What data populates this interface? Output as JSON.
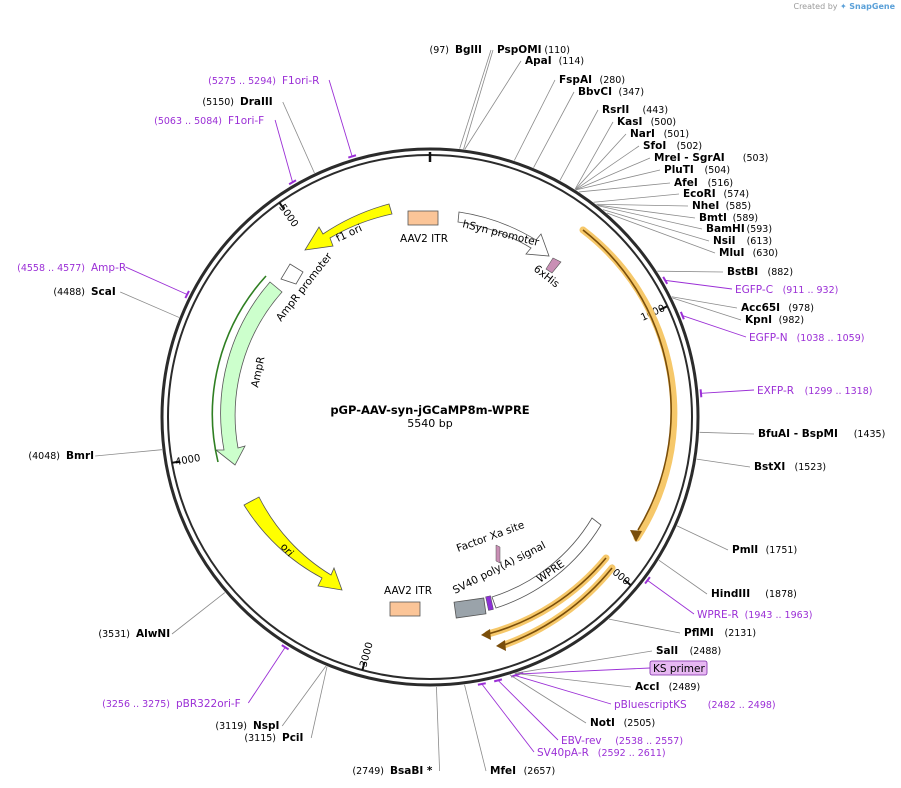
{
  "credit": {
    "created_by": "Created by",
    "brand": "SnapGene"
  },
  "map": {
    "name": "pGP-AAV-syn-jGCaMP8m-WPRE",
    "length_label": "5540 bp",
    "length": 5540
  },
  "ticks": [
    {
      "pos": 1000,
      "label": "1000"
    },
    {
      "pos": 2000,
      "label": "2000"
    },
    {
      "pos": 3000,
      "label": "3000"
    },
    {
      "pos": 4000,
      "label": "4000"
    },
    {
      "pos": 5000,
      "label": "5000"
    }
  ],
  "sites": [
    {
      "name": "BglII",
      "pos_label": "(97)",
      "pos": 97
    },
    {
      "name": "PspOMI",
      "pos_label": "(110)",
      "pos": 110
    },
    {
      "name": "ApaI",
      "pos_label": "(114)",
      "pos": 114
    },
    {
      "name": "FspAI",
      "pos_label": "(280)",
      "pos": 280
    },
    {
      "name": "BbvCI",
      "pos_label": "(347)",
      "pos": 347
    },
    {
      "name": "RsrII",
      "pos_label": "(443)",
      "pos": 443
    },
    {
      "name": "KasI",
      "pos_label": "(500)",
      "pos": 500
    },
    {
      "name": "NarI",
      "pos_label": "(501)",
      "pos": 501
    },
    {
      "name": "SfoI",
      "pos_label": "(502)",
      "pos": 502
    },
    {
      "name": "MreI - SgrAI",
      "pos_label": "(503)",
      "pos": 503
    },
    {
      "name": "PluTI",
      "pos_label": "(504)",
      "pos": 504
    },
    {
      "name": "AfeI",
      "pos_label": "(516)",
      "pos": 516
    },
    {
      "name": "EcoRI",
      "pos_label": "(574)",
      "pos": 574
    },
    {
      "name": "NheI",
      "pos_label": "(585)",
      "pos": 585
    },
    {
      "name": "BmtI",
      "pos_label": "(589)",
      "pos": 589
    },
    {
      "name": "BamHI",
      "pos_label": "(593)",
      "pos": 593
    },
    {
      "name": "NsiI",
      "pos_label": "(613)",
      "pos": 613
    },
    {
      "name": "MluI",
      "pos_label": "(630)",
      "pos": 630
    },
    {
      "name": "BstBI",
      "pos_label": "(882)",
      "pos": 882
    },
    {
      "name": "Acc65I",
      "pos_label": "(978)",
      "pos": 978
    },
    {
      "name": "KpnI",
      "pos_label": "(982)",
      "pos": 982
    },
    {
      "name": "BfuAI - BspMI",
      "pos_label": "(1435)",
      "pos": 1435
    },
    {
      "name": "BstXI",
      "pos_label": "(1523)",
      "pos": 1523
    },
    {
      "name": "PmlI",
      "pos_label": "(1751)",
      "pos": 1751
    },
    {
      "name": "HindIII",
      "pos_label": "(1878)",
      "pos": 1878
    },
    {
      "name": "PflMI",
      "pos_label": "(2131)",
      "pos": 2131
    },
    {
      "name": "SalI",
      "pos_label": "(2488)",
      "pos": 2488
    },
    {
      "name": "AccI",
      "pos_label": "(2489)",
      "pos": 2489
    },
    {
      "name": "NotI",
      "pos_label": "(2505)",
      "pos": 2505
    },
    {
      "name": "MfeI",
      "pos_label": "(2657)",
      "pos": 2657
    },
    {
      "name": "BsaBI *",
      "pos_label": "(2749)",
      "pos": 2749
    },
    {
      "name": "PciI",
      "pos_label": "(3115)",
      "pos": 3115
    },
    {
      "name": "NspI",
      "pos_label": "(3119)",
      "pos": 3119
    },
    {
      "name": "AlwNI",
      "pos_label": "(3531)",
      "pos": 3531
    },
    {
      "name": "BmrI",
      "pos_label": "(4048)",
      "pos": 4048
    },
    {
      "name": "ScaI",
      "pos_label": "(4488)",
      "pos": 4488
    },
    {
      "name": "DraIII",
      "pos_label": "(5150)",
      "pos": 5150
    }
  ],
  "primers": [
    {
      "name": "EGFP-C",
      "range_label": "(911 .. 932)",
      "pos": 921
    },
    {
      "name": "EGFP-N",
      "range_label": "(1038 .. 1059)",
      "pos": 1048
    },
    {
      "name": "EXFP-R",
      "range_label": "(1299 .. 1318)",
      "pos": 1308
    },
    {
      "name": "WPRE-R",
      "range_label": "(1943 .. 1963)",
      "pos": 1953
    },
    {
      "name": "KS primer",
      "range_label": "",
      "pos": 2475
    },
    {
      "name": "pBluescriptKS",
      "range_label": "(2482 .. 2498)",
      "pos": 2490
    },
    {
      "name": "EBV-rev",
      "range_label": "(2538 .. 2557)",
      "pos": 2547
    },
    {
      "name": "SV40pA-R",
      "range_label": "(2592 .. 2611)",
      "pos": 2601
    },
    {
      "name": "pBR322ori-F",
      "range_label": "(3256 .. 3275)",
      "pos": 3265
    },
    {
      "name": "Amp-R",
      "range_label": "(4558 .. 4577)",
      "pos": 4567
    },
    {
      "name": "F1ori-F",
      "range_label": "(5063 .. 5084)",
      "pos": 5073
    },
    {
      "name": "F1ori-R",
      "range_label": "(5275 .. 5294)",
      "pos": 5284
    }
  ],
  "features": [
    {
      "label": "AAV2 ITR",
      "color": "#fbc598"
    },
    {
      "label": "hSyn promoter",
      "color": "#ffffff"
    },
    {
      "label": "6xHis",
      "color": "#c98fb5"
    },
    {
      "label": "Factor Xa site",
      "color": "#c98fb5"
    },
    {
      "label": "WPRE",
      "color": "#ffffff"
    },
    {
      "label": "SV40 poly(A) signal",
      "color": "#9aa3aa"
    },
    {
      "label": "AAV2 ITR",
      "color": "#fbc598"
    },
    {
      "label": "ori",
      "color": "#ffff00"
    },
    {
      "label": "AmpR",
      "color": "#ccffcc"
    },
    {
      "label": "AmpR promoter",
      "color": "#ffffff"
    },
    {
      "label": "f1 ori",
      "color": "#ffff00"
    }
  ],
  "colors": {
    "backbone": "#2b2b2b",
    "primer": "#9b2fd6",
    "orf_highlight": "#f6c86a",
    "orf_arrow": "#b0750e",
    "ks_primer_fill": "#e7b8f2"
  }
}
